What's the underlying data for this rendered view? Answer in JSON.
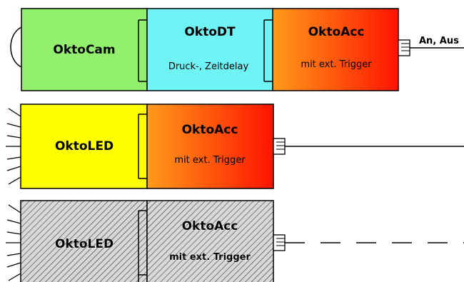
{
  "rows": [
    {
      "modules": [
        {
          "title": "OktoCam",
          "subtitle": ""
        },
        {
          "title": "OktoDT",
          "subtitle": "Druck-, Zeitdelay"
        },
        {
          "title": "OktoAcc",
          "subtitle": "mit ext. Trigger"
        }
      ],
      "cable_label": "An, Aus"
    },
    {
      "modules": [
        {
          "title": "OktoLED",
          "subtitle": ""
        },
        {
          "title": "OktoAcc",
          "subtitle": "mit ext. Trigger"
        }
      ]
    },
    {
      "modules": [
        {
          "title": "OktoLED",
          "subtitle": ""
        },
        {
          "title": "OktoAcc",
          "subtitle": "mit ext. Trigger"
        }
      ]
    }
  ],
  "colors": {
    "cam": "#93f06e",
    "dt": "#6ff3f4",
    "led": "#ffff00",
    "acc_start": "#ff9a1a",
    "acc_end": "#ff1400",
    "hatch_bg": "#d8d8d8",
    "outline": "#000000"
  }
}
